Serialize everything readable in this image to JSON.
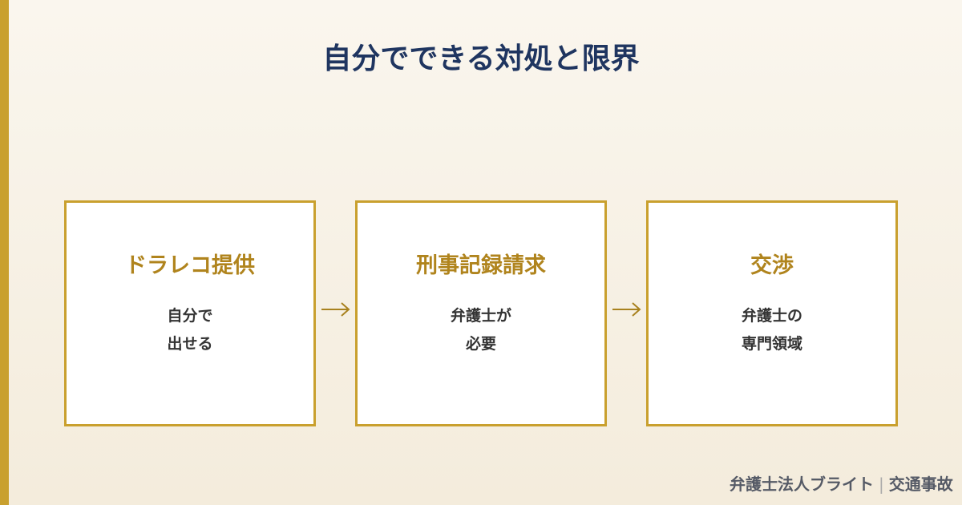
{
  "title": "自分でできる対処と限界",
  "steps": [
    {
      "title": "ドラレコ提供",
      "desc": [
        "自分で",
        "出せる"
      ]
    },
    {
      "title": "刑事記録請求",
      "desc": [
        "弁護士が",
        "必要"
      ]
    },
    {
      "title": "交渉",
      "desc": [
        "弁護士の",
        "専門領域"
      ]
    }
  ],
  "footer": {
    "brand": "弁護士法人ブライト",
    "separator": "|",
    "topic": "交通事故"
  },
  "colors": {
    "accent": "#c9a02e",
    "title": "#1f3560",
    "step_title": "#b0841d"
  },
  "icons": {
    "connector": "arrow-right-icon"
  }
}
